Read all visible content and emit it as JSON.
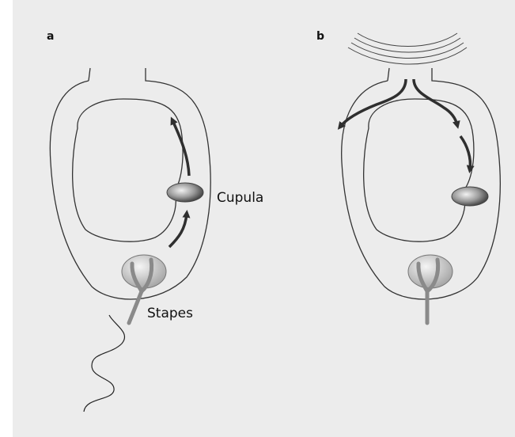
{
  "panels": {
    "a": {
      "label": "a",
      "cupula_label": "Cupula",
      "stapes_label": "Stapes"
    },
    "b": {
      "label": "b"
    }
  },
  "colors": {
    "background": "#ececec",
    "outline": "#333333",
    "arrow": "#2f2f2f",
    "stapes": "#8a8a8a",
    "cupula_dark": "#555555",
    "cupula_light": "#e0e0e0"
  }
}
